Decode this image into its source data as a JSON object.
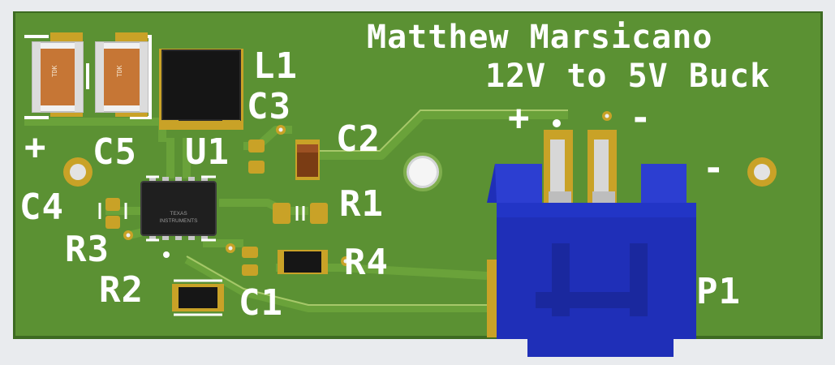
{
  "board": {
    "title_line1": "Matthew Marsicano",
    "title_line2": "12V to 5V Buck",
    "colors": {
      "background": "#e9ebee",
      "soldermask": "#5b9133",
      "copper_trace": "#6aa23a",
      "silkscreen": "#ffffff",
      "gold_pad": "#c9a227",
      "connector": "#1f2fb8"
    }
  },
  "labels": {
    "l1": "L1",
    "c3": "C3",
    "c2": "C2",
    "c5": "C5",
    "u1": "U1",
    "c4": "C4",
    "r1": "R1",
    "r3": "R3",
    "r4": "R4",
    "r2": "R2",
    "c1": "C1",
    "p1": "P1",
    "plus_left": "+",
    "minus_right": "-",
    "connector_plus": "+",
    "connector_minus": "-"
  },
  "components": {
    "cap_brand": "TDK",
    "ic_logo_line1": "TEXAS",
    "ic_logo_line2": "INSTRUMENTS"
  }
}
